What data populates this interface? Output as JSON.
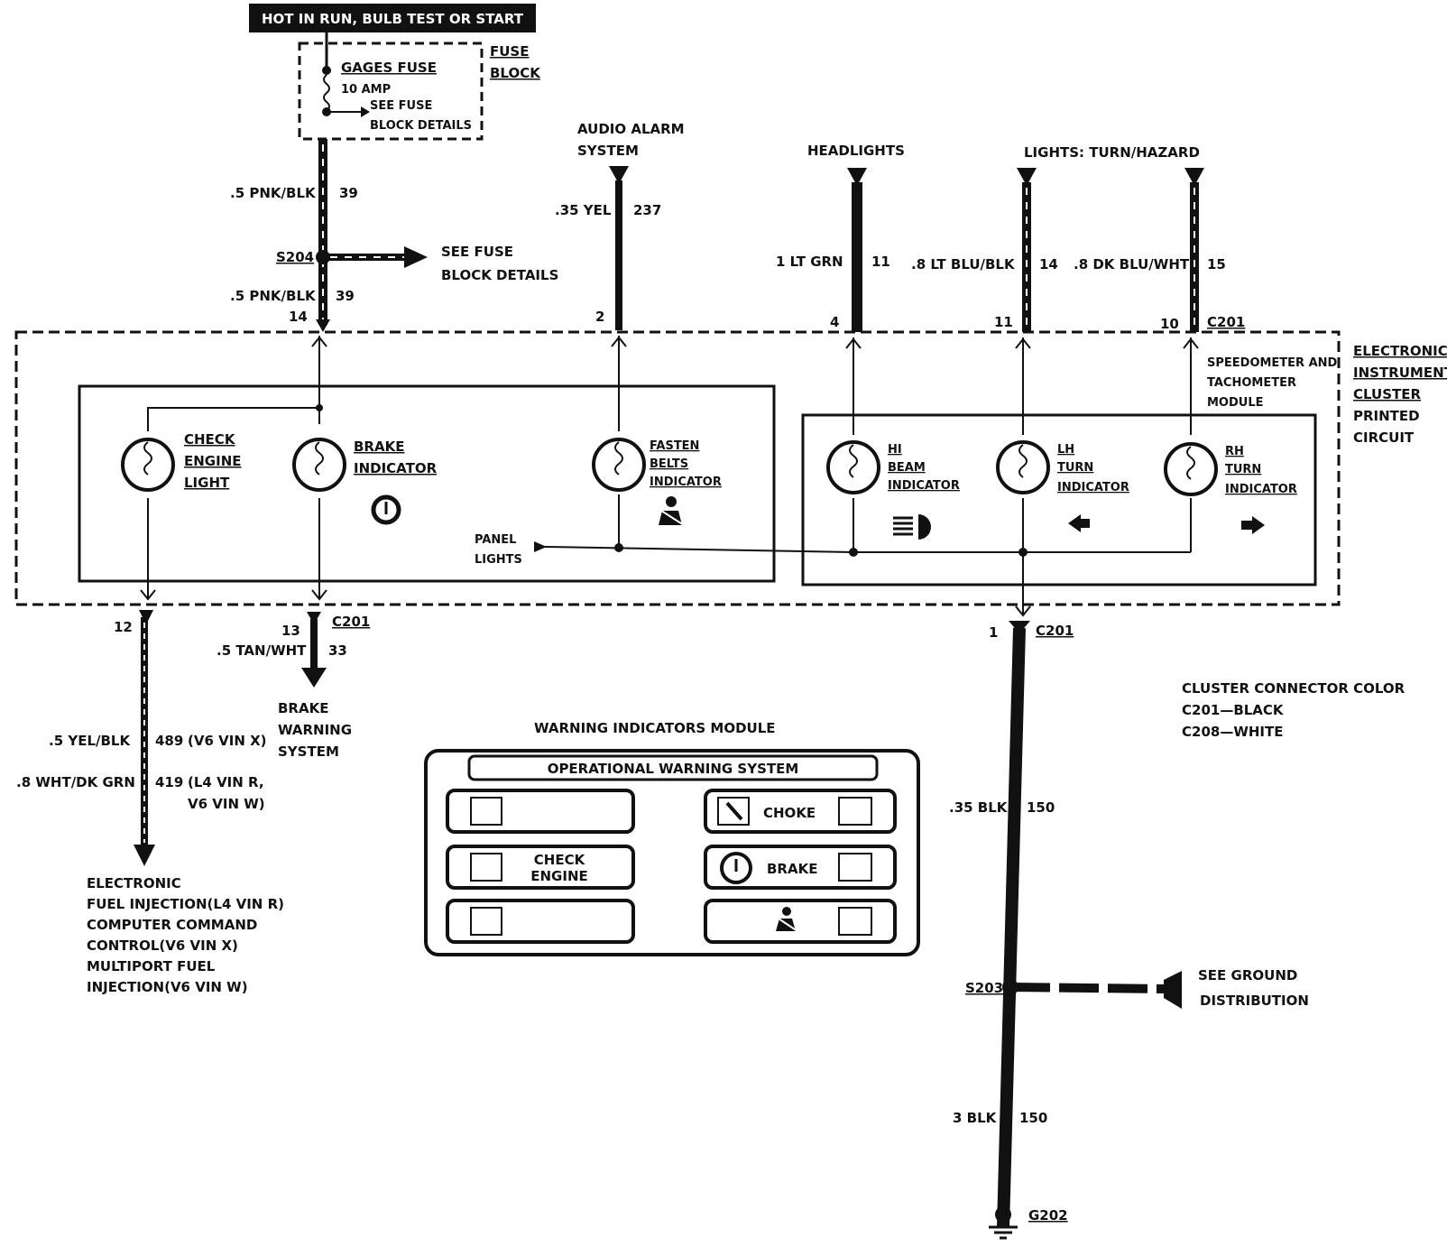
{
  "header": {
    "hot_label": "HOT IN RUN, BULB TEST OR START"
  },
  "fuse": {
    "name": "GAGES FUSE",
    "rating": "10 AMP",
    "see1": "SEE FUSE",
    "see2": "BLOCK DETAILS",
    "block1": "FUSE",
    "block2": "BLOCK"
  },
  "wires": {
    "pnk_upper": {
      "gauge": ".5 PNK/BLK",
      "circuit": "39"
    },
    "pnk_lower": {
      "gauge": ".5 PNK/BLK",
      "circuit": "39"
    },
    "yel": {
      "gauge": ".35 YEL",
      "circuit": "237"
    },
    "ltgrn": {
      "gauge": "1 LT GRN",
      "circuit": "11"
    },
    "ltblu": {
      "gauge": ".8 LT BLU/BLK",
      "circuit": "14"
    },
    "dkblu": {
      "gauge": ".8 DK BLU/WHT",
      "circuit": "15"
    },
    "tanwht": {
      "gauge": ".5 TAN/WHT",
      "circuit": "33"
    },
    "yelblk": {
      "gauge": ".5 YEL/BLK",
      "circuit": "489",
      "note": "(V6 VIN X)"
    },
    "whtgrn": {
      "gauge": ".8 WHT/DK GRN",
      "circuit": "419",
      "note1": "(L4 VIN R,",
      "note2": "V6 VIN W)"
    },
    "blk35": {
      "gauge": ".35 BLK",
      "circuit": "150"
    },
    "blk3": {
      "gauge": "3 BLK",
      "circuit": "150"
    }
  },
  "splices": {
    "s204": "S204",
    "s204_see1": "SEE FUSE",
    "s204_see2": "BLOCK DETAILS",
    "s203": "S203",
    "s203_see1": "SEE GROUND",
    "s203_see2": "DISTRIBUTION",
    "g202": "G202"
  },
  "destinations": {
    "audio1": "AUDIO ALARM",
    "audio2": "SYSTEM",
    "headlights": "HEADLIGHTS",
    "turn": "LIGHTS: TURN/HAZARD",
    "brake1": "BRAKE",
    "brake2": "WARNING",
    "brake3": "SYSTEM",
    "efi1": "ELECTRONIC",
    "efi2": "FUEL INJECTION(L4 VIN R)",
    "efi3": "COMPUTER COMMAND",
    "efi4": "CONTROL(V6 VIN X)",
    "efi5": "MULTIPORT FUEL",
    "efi6": "INJECTION(V6 VIN W)"
  },
  "pins": {
    "p14": "14",
    "p2": "2",
    "p4": "4",
    "p11": "11",
    "p10": "10",
    "p12": "12",
    "p13": "13",
    "p1": "1"
  },
  "connectors": {
    "c201_top": "C201",
    "c201_mid": "C201",
    "c201_right": "C201"
  },
  "cluster": {
    "l1": "ELECTRONIC",
    "l2": "INSTRUMENT",
    "l3": "CLUSTER",
    "l4": "PRINTED",
    "l5": "CIRCUIT"
  },
  "speedo": {
    "l1": "SPEEDOMETER AND",
    "l2": "TACHOMETER",
    "l3": "MODULE"
  },
  "bulbs": {
    "check1": "CHECK",
    "check2": "ENGINE",
    "check3": "LIGHT",
    "brake1": "BRAKE",
    "brake2": "INDICATOR",
    "fasten1": "FASTEN",
    "fasten2": "BELTS",
    "fasten3": "INDICATOR",
    "hi1": "HI",
    "hi2": "BEAM",
    "hi3": "INDICATOR",
    "lh1": "LH",
    "lh2": "TURN",
    "lh3": "INDICATOR",
    "rh1": "RH",
    "rh2": "TURN",
    "rh3": "INDICATOR"
  },
  "panel": {
    "l1": "PANEL",
    "l2": "LIGHTS"
  },
  "connector_colors": {
    "title": "CLUSTER CONNECTOR COLOR",
    "c201": "C201—BLACK",
    "c208": "C208—WHITE"
  },
  "module": {
    "title": "WARNING INDICATORS MODULE",
    "subtitle": "OPERATIONAL WARNING SYSTEM",
    "choke": "CHOKE",
    "check1": "CHECK",
    "check2": "ENGINE",
    "brake": "BRAKE"
  }
}
